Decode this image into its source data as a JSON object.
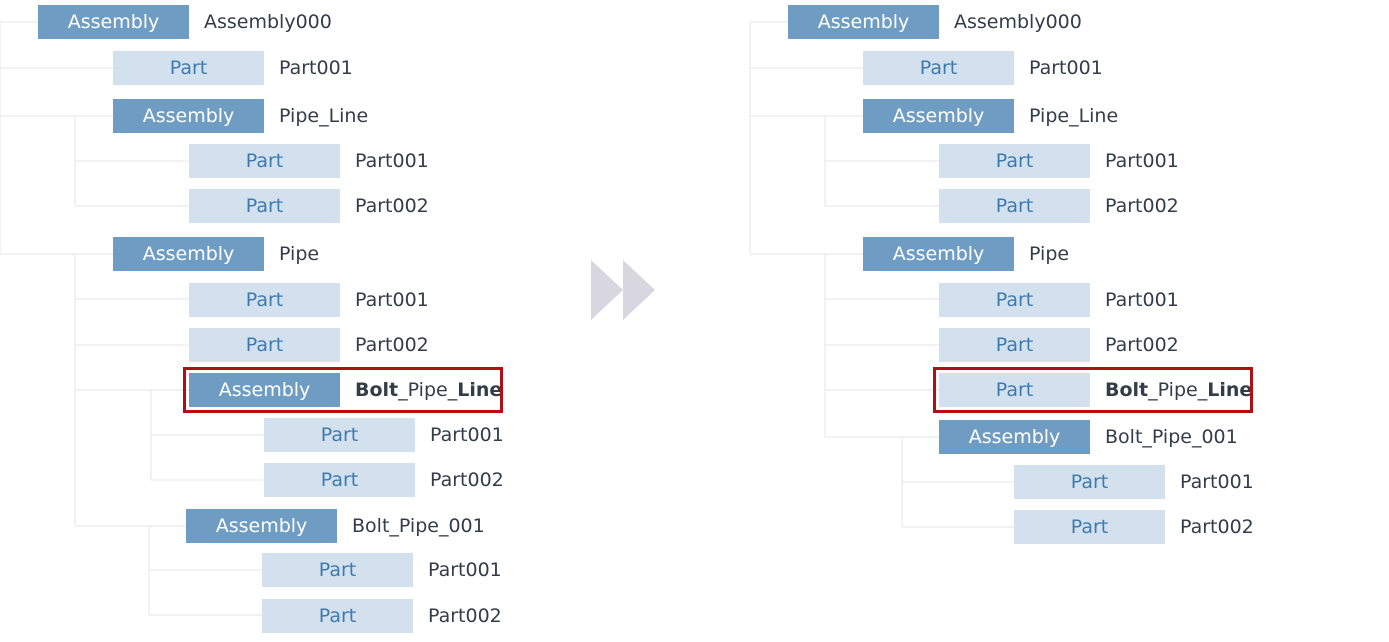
{
  "before": {
    "nodes": [
      {
        "kind": "Assembly",
        "name": "Assembly000"
      },
      {
        "kind": "Part",
        "name": "Part001"
      },
      {
        "kind": "Assembly",
        "name": "Pipe_Line"
      },
      {
        "kind": "Part",
        "name": "Part001"
      },
      {
        "kind": "Part",
        "name": "Part002"
      },
      {
        "kind": "Assembly",
        "name": "Pipe"
      },
      {
        "kind": "Part",
        "name": "Part001"
      },
      {
        "kind": "Part",
        "name": "Part002"
      },
      {
        "kind": "Assembly",
        "name_parts": [
          {
            "t": "Bolt",
            "b": true
          },
          {
            "t": "_Pipe_",
            "b": false
          },
          {
            "t": "Line",
            "b": true
          }
        ],
        "highlight": true
      },
      {
        "kind": "Part",
        "name": "Part001"
      },
      {
        "kind": "Part",
        "name": "Part002"
      },
      {
        "kind": "Assembly",
        "name": "Bolt_Pipe_001"
      },
      {
        "kind": "Part",
        "name": "Part001"
      },
      {
        "kind": "Part",
        "name": "Part002"
      }
    ]
  },
  "after": {
    "nodes": [
      {
        "kind": "Assembly",
        "name": "Assembly000"
      },
      {
        "kind": "Part",
        "name": "Part001"
      },
      {
        "kind": "Assembly",
        "name": "Pipe_Line"
      },
      {
        "kind": "Part",
        "name": "Part001"
      },
      {
        "kind": "Part",
        "name": "Part002"
      },
      {
        "kind": "Assembly",
        "name": "Pipe"
      },
      {
        "kind": "Part",
        "name": "Part001"
      },
      {
        "kind": "Part",
        "name": "Part002"
      },
      {
        "kind": "Part",
        "name_parts": [
          {
            "t": "Bolt",
            "b": true
          },
          {
            "t": "_Pipe_",
            "b": false
          },
          {
            "t": "Line",
            "b": true
          }
        ],
        "highlight": true
      },
      {
        "kind": "Assembly",
        "name": "Bolt_Pipe_001"
      },
      {
        "kind": "Part",
        "name": "Part001"
      },
      {
        "kind": "Part",
        "name": "Part002"
      }
    ]
  },
  "colors": {
    "assembly_fill": "#6f9cc3",
    "part_fill": "#d3e1ef",
    "highlight_border": "#b00f14",
    "arrow": "#d8d6de",
    "connector": "#e6e6e6"
  },
  "icons": {
    "transition": "double-chevron-right-icon"
  }
}
